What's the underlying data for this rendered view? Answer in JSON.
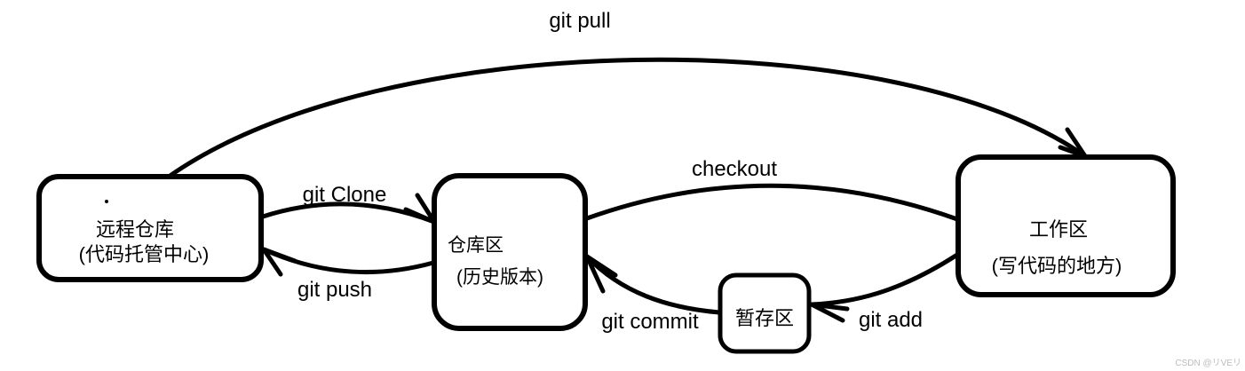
{
  "diagram": {
    "title": "git workflow diagram",
    "nodes": [
      {
        "id": "remote",
        "line1": "远程仓库",
        "line2": "(代码托管中心)"
      },
      {
        "id": "repo",
        "line1": "仓库区",
        "line2": "(历史版本)"
      },
      {
        "id": "stage",
        "line1": "暂存区"
      },
      {
        "id": "work",
        "line1": "工作区",
        "line2": "(写代码的地方)"
      }
    ],
    "edges": [
      {
        "label": "git pull",
        "from": "remote",
        "to": "work"
      },
      {
        "label": "git Clone",
        "from": "remote",
        "to": "repo"
      },
      {
        "label": "git push",
        "from": "repo",
        "to": "remote"
      },
      {
        "label": "checkout",
        "from": "work",
        "to": "repo"
      },
      {
        "label": "git commit",
        "from": "stage",
        "to": "repo"
      },
      {
        "label": "git add",
        "from": "work",
        "to": "stage"
      }
    ]
  },
  "watermark": "CSDN @リVEリ",
  "colors": {
    "stroke": "#000000",
    "background": "#ffffff",
    "watermark": "#bcbcbc"
  }
}
